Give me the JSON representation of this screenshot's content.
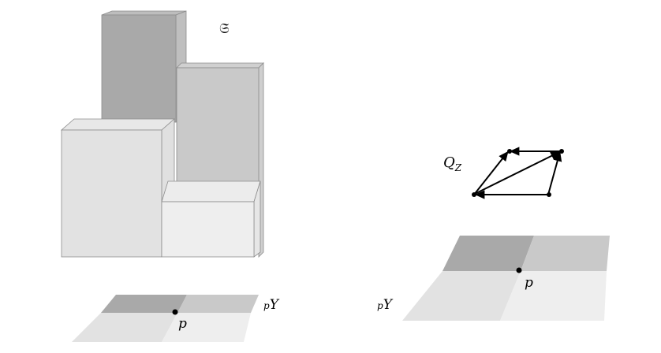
{
  "left_panel": {
    "stack_label": "𝔖",
    "base_label_prefix": "p",
    "base_label": "Y",
    "point_label": "p"
  },
  "right_panel": {
    "quiver_label": "Q",
    "quiver_label_sub": "Z",
    "base_label_prefix": "p",
    "base_label": "Y",
    "point_label": "p"
  },
  "colors": {
    "dark": "#a9a9a9",
    "medium": "#c9c9c9",
    "light": "#e2e2e2",
    "lightest": "#eeeeee",
    "stroke": "#8c8c8c"
  }
}
